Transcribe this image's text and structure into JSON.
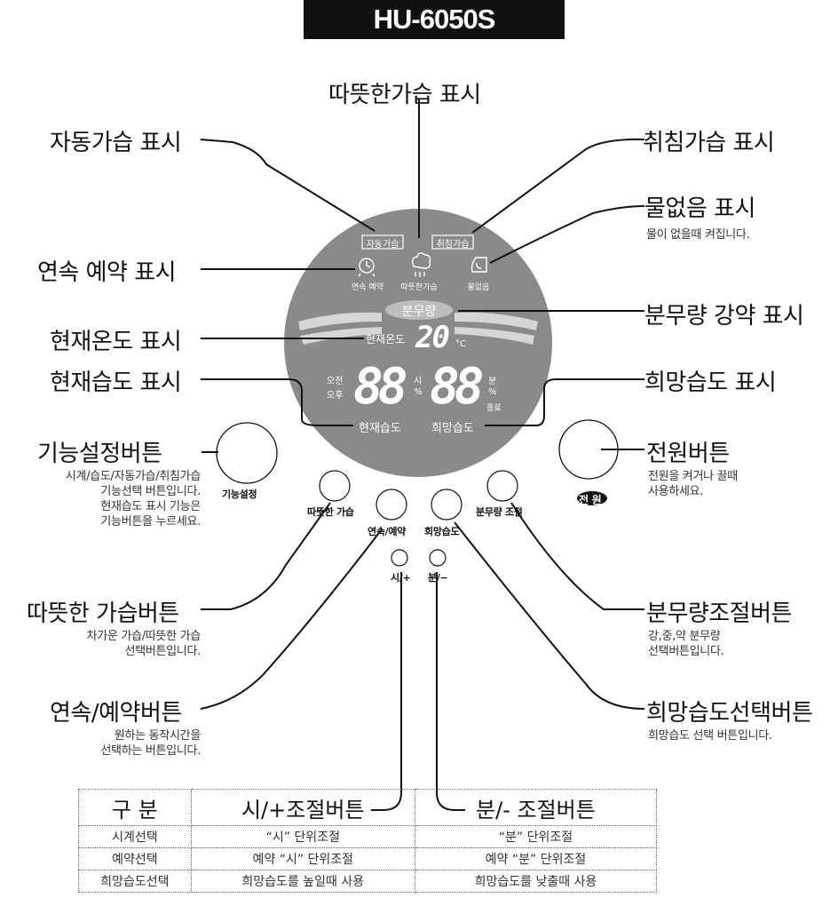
{
  "title": "HU-6050S",
  "callouts": {
    "warm_mist_indicator": "따뜻한가습 표시",
    "auto_mist_indicator": "자동가습 표시",
    "sleep_mist_indicator": "취침가습 표시",
    "no_water_indicator": "물없음 표시",
    "no_water_desc": "물이 없을때 켜집니다.",
    "continuous_reserve_indicator": "연속 예약 표시",
    "mist_amount_indicator": "분무량 강약 표시",
    "current_temp_indicator": "현재온도 표시",
    "current_humidity_indicator": "현재습도 표시",
    "target_humidity_indicator": "희망습도 표시",
    "function_button": "기능설정버튼",
    "function_button_desc": [
      "시계/습도/자동가습/취침가습",
      "기능선택 버튼입니다.",
      "현재습도 표시 기능은",
      "기능버튼을 누르세요."
    ],
    "power_button": "전원버튼",
    "power_button_desc": [
      "전원을 켜거나 끌때",
      "사용하세요."
    ],
    "warm_mist_button": "따뜻한 가습버튼",
    "warm_mist_button_desc": [
      "차가운 가습/따뜻한 가습",
      "선택버튼입니다."
    ],
    "mist_amount_button": "분무량조절버튼",
    "mist_amount_button_desc": [
      "강,중,약 분무량",
      "선택버튼입니다."
    ],
    "continuous_reserve_button": "연속/예약버튼",
    "continuous_reserve_button_desc": [
      "원하는 동작시간을",
      "선택하는 버튼입니다."
    ],
    "target_humidity_button": "희망습도선택버튼",
    "target_humidity_button_desc": "희망습도 선택 버튼입니다."
  },
  "display": {
    "tag_auto": "자동가습",
    "tag_sleep": "취침가습",
    "icon_reserve_label": "연속 예약",
    "icon_warm_label": "따뜻한가습",
    "icon_nowater_label": "물없음",
    "mist_label": "분무량",
    "current_temp_label": "현재온도",
    "temp_value": "20",
    "temp_unit": "°C",
    "am": "오전",
    "pm": "오후",
    "left_digits": "88",
    "hour_label": "시",
    "pct_left": "%",
    "right_digits": "88",
    "minute_label": "분",
    "pct_right": "%",
    "end_label": "종료",
    "current_humidity_label": "현재습도",
    "target_humidity_label": "희망습도"
  },
  "buttons": {
    "function": "기능설정",
    "power": "전 원",
    "warm": "따뜻한 가습",
    "continuous": "연속/예약",
    "target": "희망습도",
    "mist": "분무량 조절",
    "hour_plus": "시/+",
    "minute_minus": "분/−"
  },
  "table": {
    "headers": [
      "구  분",
      "시/+조절버튼",
      "분/- 조절버튼"
    ],
    "rows": [
      [
        "시계선택",
        "“시” 단위조절",
        "“분” 단위조절"
      ],
      [
        "예약선택",
        "예약 “시” 단위조절",
        "예약 “분” 단위조절"
      ],
      [
        "희망습도선택",
        "희망습도를 높일때 사용",
        "희망습도를 낮출때 사용"
      ]
    ]
  },
  "colors": {
    "display_bg": "#8a8a8a",
    "segment_white": "#ffffff",
    "black": "#111111"
  }
}
